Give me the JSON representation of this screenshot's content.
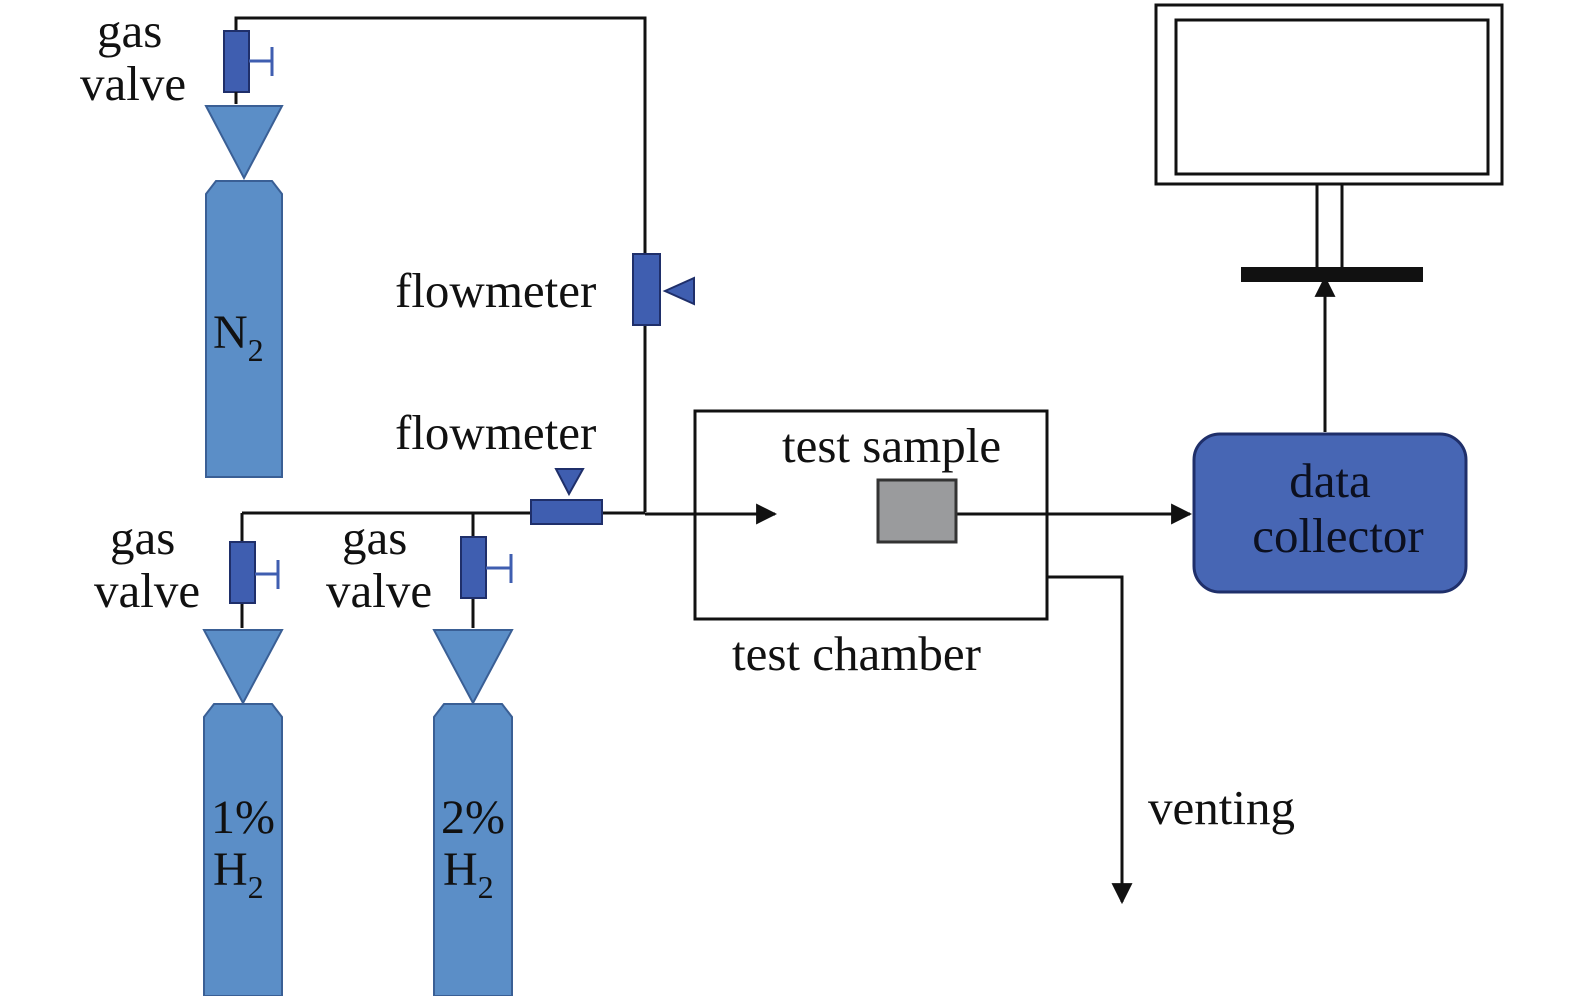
{
  "labels": {
    "gas_valve_line1": "gas",
    "gas_valve_line2": "valve",
    "flowmeter": "flowmeter",
    "test_sample": "test sample",
    "test_chamber": "test chamber",
    "data_collector_line1": "data",
    "data_collector_line2": "collector",
    "venting": "venting"
  },
  "cylinders": [
    {
      "name": "N2",
      "line1": "",
      "element": "N",
      "subscript": "2"
    },
    {
      "name": "1% H2",
      "line1": "1%",
      "element": "H",
      "subscript": "2"
    },
    {
      "name": "2% H2",
      "line1": "2%",
      "element": "H",
      "subscript": "2"
    }
  ],
  "colors": {
    "cylinder_fill": "#5b8ec7",
    "cylinder_stroke": "#3a5f95",
    "valve_fill": "#3f5eb0",
    "valve_stroke": "#1f2f6a",
    "data_collector_fill": "#4766b4",
    "sample_fill": "#9a9b9d",
    "line": "#111111"
  }
}
